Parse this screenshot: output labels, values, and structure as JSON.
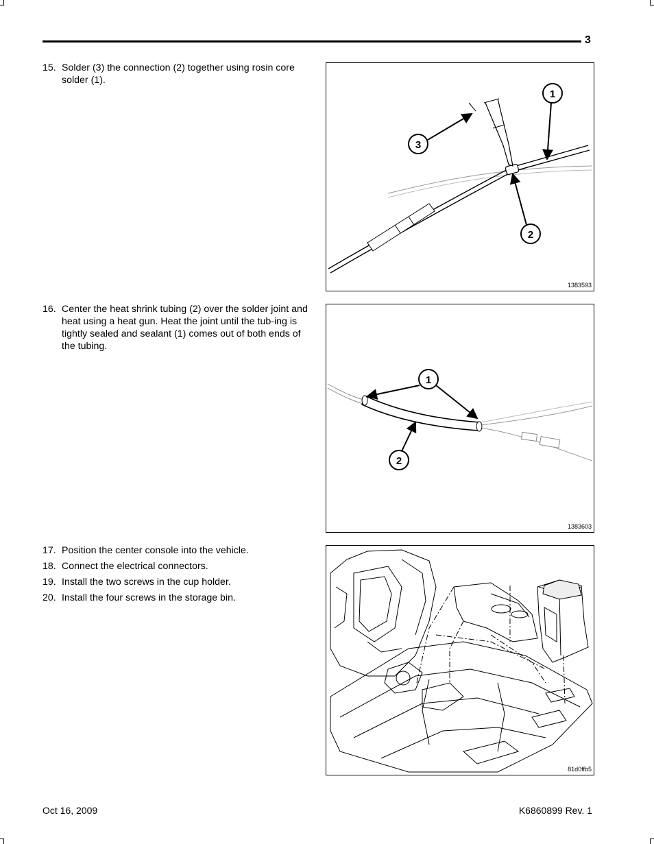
{
  "header": {
    "page_number": "3"
  },
  "steps": [
    {
      "num": "15.",
      "text": "Solder (3) the connection (2) together using rosin core solder (1)."
    },
    {
      "num": "16.",
      "text": "Center the heat shrink tubing (2) over the solder joint and heat using a heat gun.  Heat the joint until the tub-ing is tightly sealed and sealant (1) comes out of both ends of the tubing."
    },
    {
      "num": "17.",
      "text": "Position the center console into the vehicle."
    },
    {
      "num": "18.",
      "text": "Connect the electrical connectors."
    },
    {
      "num": "19.",
      "text": "Install the two screws in the cup holder."
    },
    {
      "num": "20.",
      "text": "Install the four screws in the storage bin."
    }
  ],
  "figures": [
    {
      "id": "1383593",
      "callouts": [
        "1",
        "2",
        "3"
      ]
    },
    {
      "id": "1383603",
      "callouts": [
        "1",
        "2"
      ]
    },
    {
      "id": "81d0ffb5"
    }
  ],
  "footer": {
    "date": "Oct 16, 2009",
    "doc_number": "K6860899 Rev. 1"
  }
}
